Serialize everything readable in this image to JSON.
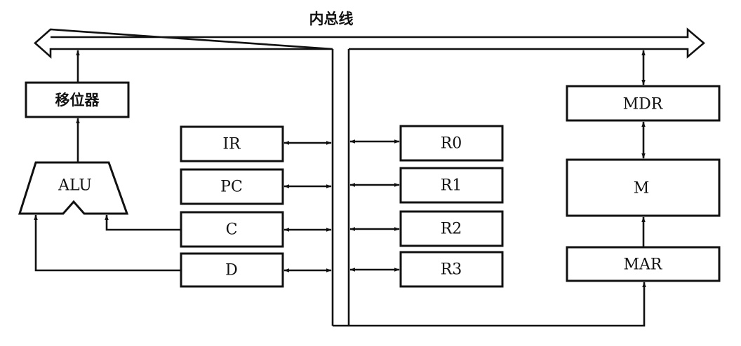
{
  "diagram": {
    "title": "内总线",
    "bus_label": "内总线",
    "components": {
      "shifter": "移位器",
      "alu": "ALU",
      "ir": "IR",
      "pc": "PC",
      "c": "C",
      "d": "D",
      "r0": "R0",
      "r1": "R1",
      "r2": "R2",
      "r3": "R3",
      "mdr": "MDR",
      "m": "M",
      "mar": "MAR"
    },
    "connections": [
      {
        "from": "ALU",
        "to": "移位器",
        "direction": "one-way"
      },
      {
        "from": "移位器",
        "to": "内总线",
        "direction": "one-way"
      },
      {
        "from": "C",
        "to": "ALU",
        "direction": "one-way"
      },
      {
        "from": "D",
        "to": "ALU",
        "direction": "one-way"
      },
      {
        "from": "IR",
        "to": "内总线",
        "direction": "bidirectional"
      },
      {
        "from": "PC",
        "to": "内总线",
        "direction": "bidirectional"
      },
      {
        "from": "C",
        "to": "内总线",
        "direction": "bidirectional"
      },
      {
        "from": "D",
        "to": "内总线",
        "direction": "bidirectional"
      },
      {
        "from": "R0",
        "to": "内总线",
        "direction": "bidirectional"
      },
      {
        "from": "R1",
        "to": "内总线",
        "direction": "bidirectional"
      },
      {
        "from": "R2",
        "to": "内总线",
        "direction": "bidirectional"
      },
      {
        "from": "R3",
        "to": "内总线",
        "direction": "bidirectional"
      },
      {
        "from": "MDR",
        "to": "内总线",
        "direction": "bidirectional"
      },
      {
        "from": "MDR",
        "to": "M",
        "direction": "bidirectional"
      },
      {
        "from": "MAR",
        "to": "M",
        "direction": "one-way"
      },
      {
        "from": "内总线",
        "to": "MAR",
        "direction": "one-way"
      }
    ]
  }
}
